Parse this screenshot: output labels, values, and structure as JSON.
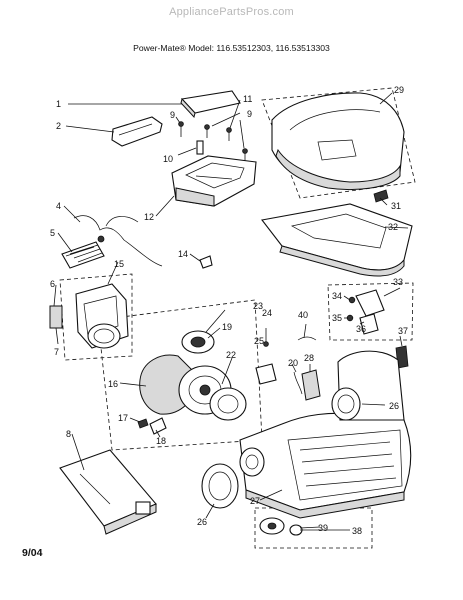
{
  "header": {
    "watermark": "AppliancePartsPros.com",
    "model": "Power-Mate® Model:  116.53512303, 116.53513303"
  },
  "footer": {
    "date": "9/04"
  },
  "callouts": [
    "1",
    "2",
    "4",
    "5",
    "6",
    "7",
    "8",
    "9",
    "9",
    "10",
    "11",
    "12",
    "14",
    "15",
    "16",
    "17",
    "18",
    "19",
    "20",
    "22",
    "23",
    "24",
    "25",
    "26",
    "26",
    "27",
    "28",
    "29",
    "31",
    "32",
    "33",
    "34",
    "35",
    "36",
    "37",
    "38",
    "39",
    "40"
  ]
}
